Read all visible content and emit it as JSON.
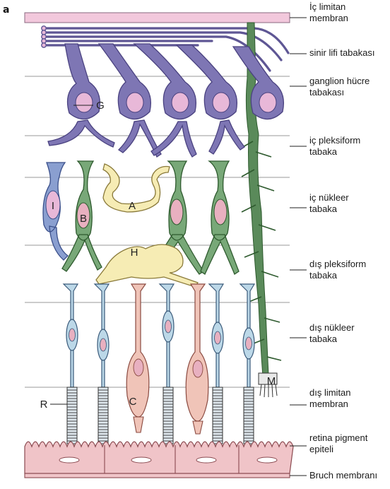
{
  "panel_letter": "a",
  "layers": [
    {
      "id": "ic-limitan",
      "line1": "İç limitan",
      "line2": "membran"
    },
    {
      "id": "sinir-lifi",
      "line1": "sinir lifi tabakası",
      "line2": ""
    },
    {
      "id": "ganglion",
      "line1": "ganglion hücre",
      "line2": "tabakası"
    },
    {
      "id": "ic-pleksiform",
      "line1": "iç pleksiform",
      "line2": "tabaka"
    },
    {
      "id": "ic-nukleer",
      "line1": "iç nükleer",
      "line2": "tabaka"
    },
    {
      "id": "dis-pleksiform",
      "line1": "dış pleksiform",
      "line2": "tabaka"
    },
    {
      "id": "dis-nukleer",
      "line1": "dış nükleer",
      "line2": "tabaka"
    },
    {
      "id": "dis-limitan",
      "line1": "dış limitan",
      "line2": "membran"
    },
    {
      "id": "retina-pigment",
      "line1": "retina pigment",
      "line2": "epiteli"
    },
    {
      "id": "bruch",
      "line1": "Bruch membranı",
      "line2": ""
    }
  ],
  "cell_labels": {
    "G": "G",
    "I": "I",
    "B": "B",
    "A": "A",
    "H": "H",
    "C": "C",
    "R": "R",
    "M": "M"
  },
  "colors": {
    "ganglion": "#7e76b4",
    "ganglion_nucleus": "#e8b8d8",
    "bipolar": "#78a878",
    "bipolar_nucleus": "#e8b0c0",
    "amacrine": "#f6ecb4",
    "horizontal": "#f6ecb4",
    "interplexiform": "#8a9fd0",
    "rod": "#bcd8e8",
    "cone": "#f0c4b8",
    "muller": "#5a8a5a",
    "pigment_epithelium": "#f0c4c8",
    "inner_membrane": "#f2c8dc",
    "layer_line": "#9a9a9a"
  }
}
